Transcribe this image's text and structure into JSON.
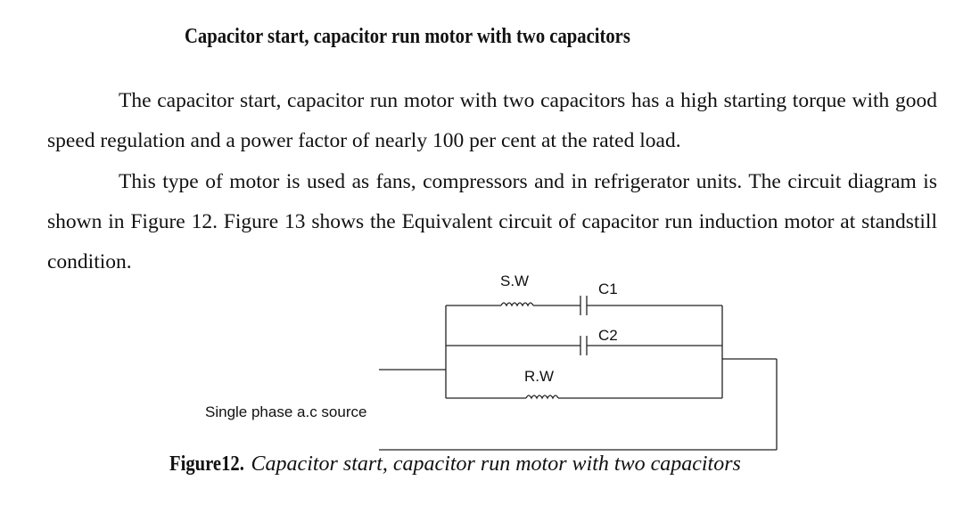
{
  "document": {
    "heading": "Capacitor start, capacitor run motor with two capacitors",
    "paragraphs": [
      "The capacitor start, capacitor run motor with two capacitors has a high starting torque with good speed regulation and a power factor of nearly 100 per cent at the rated load.",
      "This type of motor is used as fans, compressors and in refrigerator units. The circuit diagram is shown in Figure 12. Figure 13 shows the Equivalent circuit of capacitor run induction motor at standstill condition."
    ]
  },
  "diagram": {
    "labels": {
      "starting_winding": "S.W",
      "running_winding": "R.W",
      "capacitor_1": "C1",
      "capacitor_2": "C2",
      "source": "Single phase a.c source"
    }
  },
  "figure": {
    "label": "Figure12.",
    "caption": "Capacitor start, capacitor run motor with two capacitors"
  }
}
